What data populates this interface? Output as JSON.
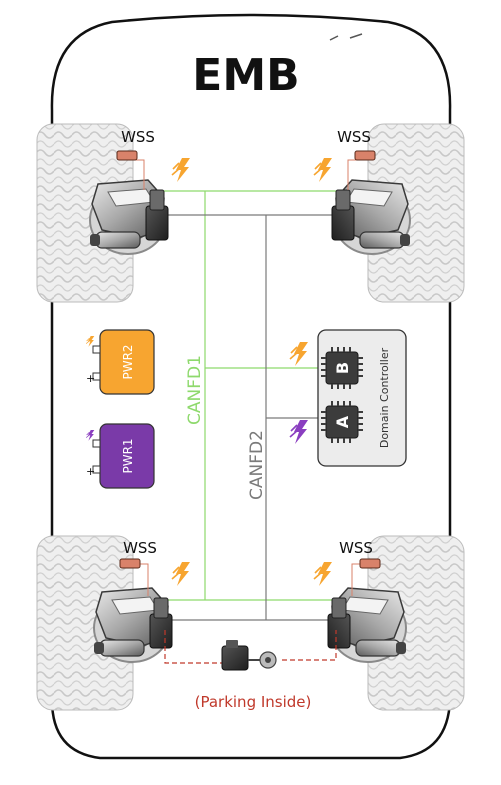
{
  "title": "EMB",
  "labels": {
    "wss_front_left": "WSS",
    "wss_front_right": "WSS",
    "wss_rear_left": "WSS",
    "wss_rear_right": "WSS",
    "canfd1": "CANFD1",
    "canfd2": "CANFD2",
    "pwr2": "PWR2",
    "pwr1": "PWR1",
    "chip_b": "B",
    "chip_a": "A",
    "domain_controller": "Domain Controller",
    "parking_inside": "(Parking Inside)"
  },
  "colors": {
    "canfd1_line": "#8ed96c",
    "canfd2_line": "#7a7a7a",
    "pwr2_fill": "#f7a530",
    "pwr1_fill": "#7a3aa8",
    "parking_text": "#c0392b",
    "parking_line": "#c0392b",
    "wss_sensor": "#d9826a",
    "lightning_orange": "#f7a530",
    "lightning_purple": "#8a3ec0"
  },
  "icons": {
    "lightning": "lightning-bolt-icon",
    "caliper": "brake-caliper-icon",
    "tire": "tire-tread-icon",
    "chip": "chip-icon",
    "motor": "parking-motor-icon"
  }
}
